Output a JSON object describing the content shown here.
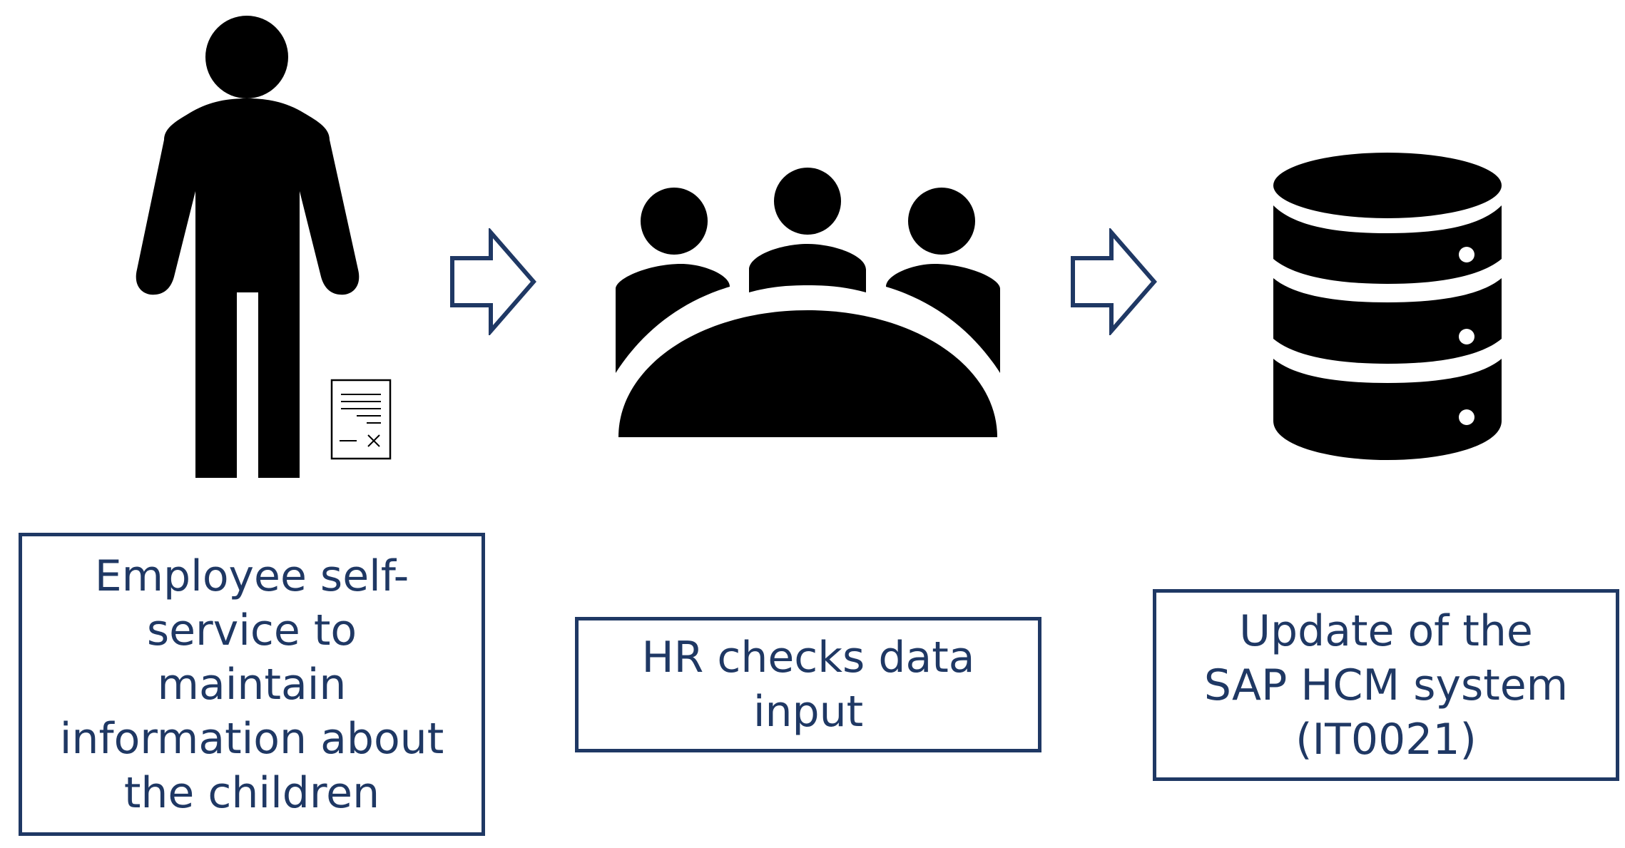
{
  "colors": {
    "accent": "#1f3864",
    "icon": "#000000",
    "background": "#ffffff"
  },
  "steps": [
    {
      "icon": "person-with-form-icon",
      "label": "Employee self-\nservice to\nmaintain\ninformation about\nthe children"
    },
    {
      "icon": "meeting-table-icon",
      "label": "HR checks data\ninput"
    },
    {
      "icon": "database-icon",
      "label": "Update of the\nSAP HCM system\n(IT0021)"
    }
  ],
  "connectors": [
    {
      "icon": "arrow-right-icon"
    },
    {
      "icon": "arrow-right-icon"
    }
  ]
}
